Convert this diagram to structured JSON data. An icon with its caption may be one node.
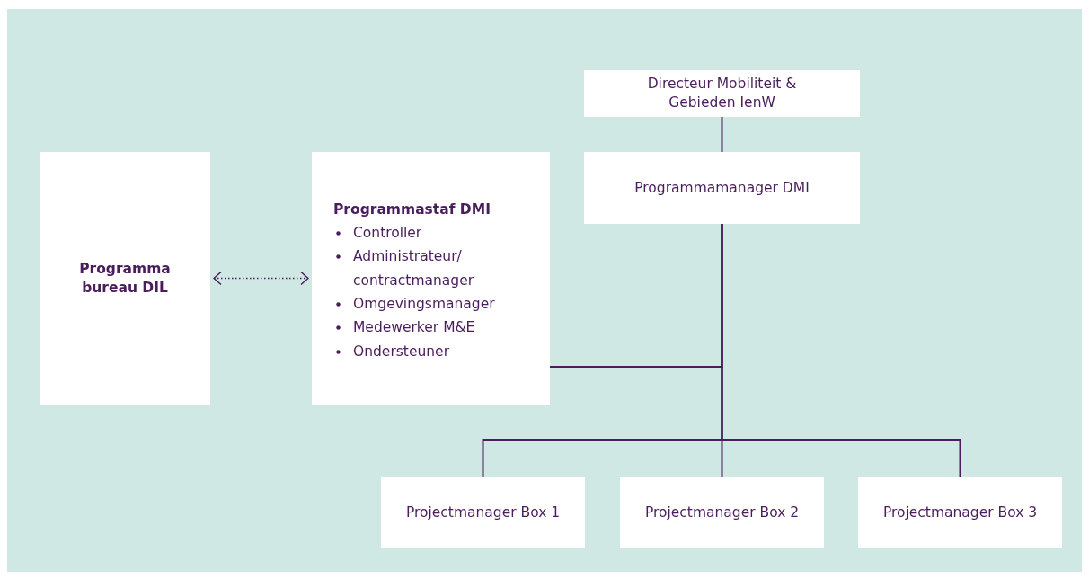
{
  "diagram": {
    "nodes": [
      {
        "text": [
          "Directeur Mobiliteit & Gebieden IenW"
        ]
      },
      {
        "text": [
          "Programmamanager DMI"
        ]
      },
      {
        "text": [
          "Programma bureau DIL"
        ]
      },
      {
        "text": [
          "Programmastaf DMI",
          "Controller",
          "Administrateur/ contractmanager",
          "Omgevingsmanager",
          "Medewerker M&E",
          "Ondersteuner"
        ]
      },
      {
        "text": [
          "Projectmanager Box 1"
        ]
      },
      {
        "text": [
          "Projectmanager Box 2"
        ]
      },
      {
        "text": [
          "Projectmanager Box 3"
        ]
      }
    ],
    "edges": [
      {
        "from": 0,
        "to": 1,
        "arrow": "none"
      },
      {
        "from": 1,
        "to": 3,
        "arrow": "none"
      },
      {
        "from": 1,
        "to": 4,
        "arrow": "none"
      },
      {
        "from": 1,
        "to": 5,
        "arrow": "none"
      },
      {
        "from": 1,
        "to": 6,
        "arrow": "none"
      },
      {
        "from": 2,
        "to": 3,
        "arrow": "both",
        "style": "dashed"
      }
    ]
  }
}
